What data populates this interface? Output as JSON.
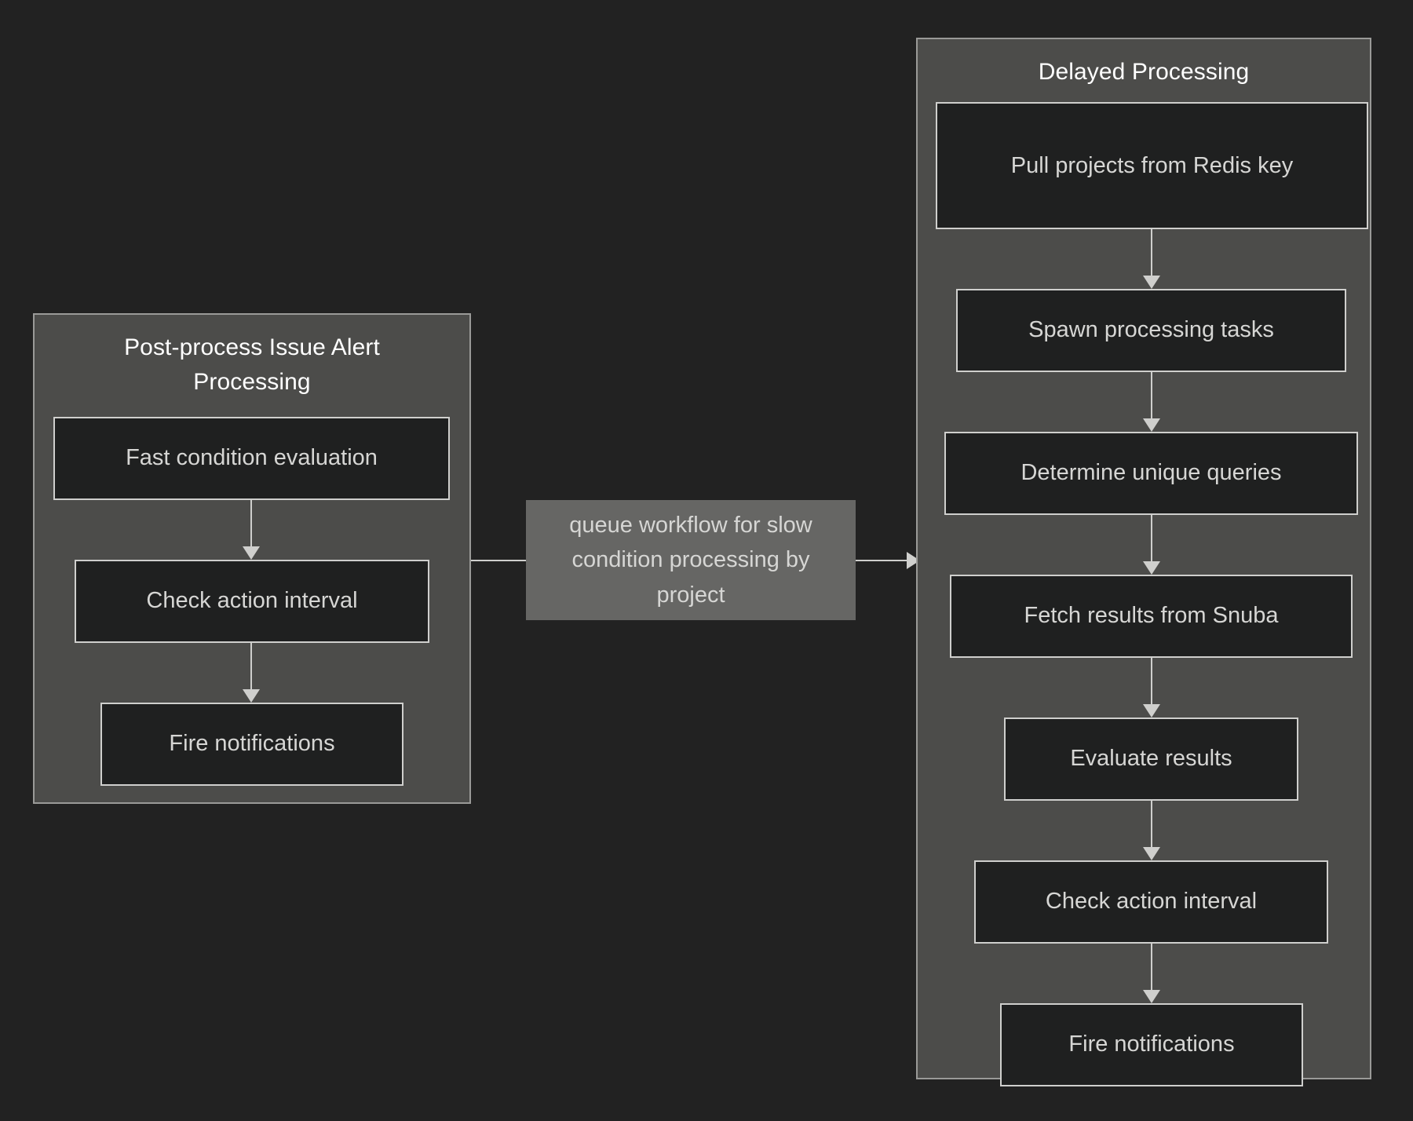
{
  "diagram": {
    "type": "flowchart",
    "background_color": "#222222",
    "subgraph_fill": "#4c4c4a",
    "node_fill": "#1f2020",
    "node_border": "#cfcfcd",
    "edge_color": "#cfcfcd",
    "edge_label_fill": "#666664",
    "title_color": "#ffffff",
    "node_text_color": "#d6d6d4"
  },
  "subgraphs": [
    {
      "id": "post-process",
      "title": "Post-process Issue Alert Processing",
      "nodes": [
        {
          "id": "fast-condition-evaluation",
          "label": "Fast condition evaluation"
        },
        {
          "id": "check-action-interval",
          "label": "Check action interval"
        },
        {
          "id": "fire-notifications",
          "label": "Fire notifications"
        }
      ]
    },
    {
      "id": "delayed-processing",
      "title": "Delayed Processing",
      "nodes": [
        {
          "id": "pull-projects-from-redis-key",
          "label": "Pull projects from Redis key"
        },
        {
          "id": "spawn-processing-tasks",
          "label": "Spawn processing tasks"
        },
        {
          "id": "determine-unique-queries",
          "label": "Determine unique queries"
        },
        {
          "id": "fetch-results-from-snuba",
          "label": "Fetch results from Snuba"
        },
        {
          "id": "evaluate-results",
          "label": "Evaluate results"
        },
        {
          "id": "check-action-interval-delayed",
          "label": "Check action interval"
        },
        {
          "id": "fire-notifications-delayed",
          "label": "Fire notifications"
        }
      ]
    }
  ],
  "edges": {
    "cross_subgraph_label": "queue workflow for slow condition processing by project"
  }
}
